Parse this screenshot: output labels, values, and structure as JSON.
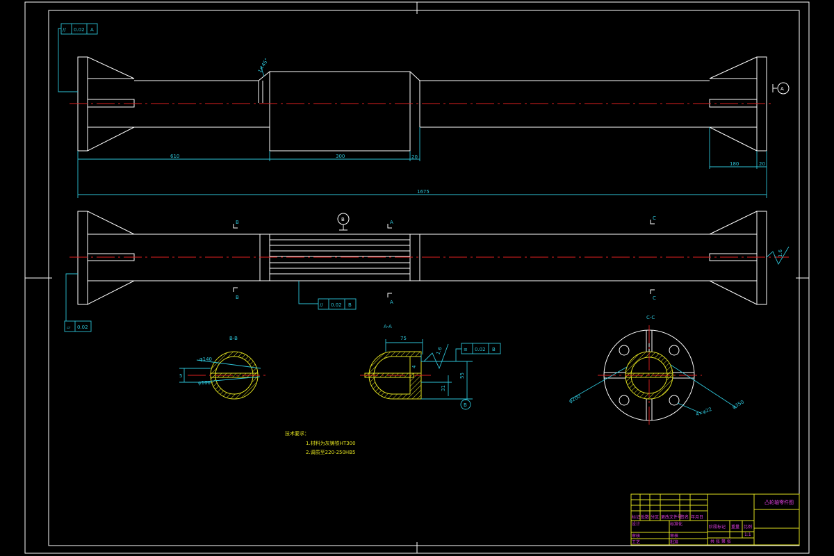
{
  "tolerance_frames": [
    {
      "symbol": "//",
      "value": "0.02",
      "datum": "A"
    },
    {
      "symbol": "//",
      "value": "0.02",
      "datum": "B"
    },
    {
      "symbol": "▱",
      "value": "0.02"
    },
    {
      "symbol": "≡",
      "value": "0.02",
      "datum": "B"
    }
  ],
  "datums": {
    "a": "A",
    "b": "B"
  },
  "dimensions": {
    "d610": "610",
    "d300": "300",
    "d20a": "20",
    "d1675": "1675",
    "d180": "180",
    "d20b": "20",
    "chamfer": "1×45°",
    "roughness": "1.6",
    "d75": "75",
    "d55": "55",
    "d31": "31",
    "d4": "4",
    "phi140": "φ140",
    "phi100": "φ100",
    "phi200": "φ200",
    "phi350": "φ350",
    "holes": "4×φ22",
    "d56": "5"
  },
  "section_labels": {
    "bb": "B-B",
    "aa": "A-A",
    "cc": "C-C",
    "b_top": "B",
    "b_bot": "B",
    "a_top": "A",
    "a_bot": "A",
    "c_top": "C",
    "c_bot": "C"
  },
  "notes": {
    "title": "技术要求：",
    "line1": "1.材料为灰铸铁HT300",
    "line2": "2.调质至220-250HB5"
  },
  "title_block": {
    "name": "凸轮轴零件图",
    "r1": [
      "标记",
      "处数",
      "分区",
      "更改文件号",
      "签名",
      "年月日"
    ],
    "designer": "设计",
    "standard": "标准化",
    "stage": "阶段标记",
    "weight": "重量",
    "scale": "比例",
    "check": "审核",
    "process": "工艺",
    "approve": "批准",
    "sheets": "共  张 第  张",
    "scale_val": "1:1"
  },
  "colors": {
    "line": "#ffffff",
    "dim": "#2ec4d8",
    "center": "#e02020",
    "section": "#e0e020",
    "title": "#e040e0"
  }
}
